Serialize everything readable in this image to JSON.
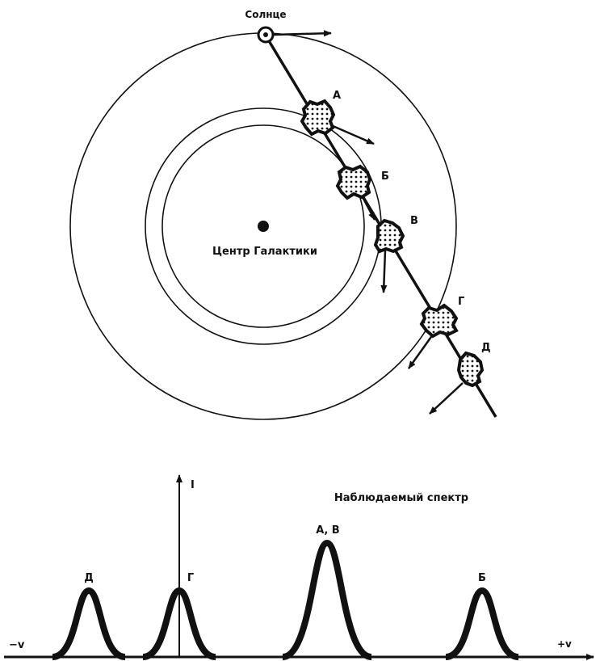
{
  "orbit": {
    "sun_label": "Солнце",
    "center_label": "Центр Галактики",
    "clouds": [
      "А",
      "Б",
      "В",
      "Г",
      "Д"
    ]
  },
  "spectrum": {
    "title": "Наблюдаемый спектр",
    "y_axis_label": "I",
    "x_neg_label": "−v",
    "x_pos_label": "+v",
    "peaks": [
      {
        "label": "Д",
        "relative_height": 0.6
      },
      {
        "label": "Г",
        "relative_height": 0.6
      },
      {
        "label": "А, В",
        "relative_height": 1.0
      },
      {
        "label": "Б",
        "relative_height": 0.6
      }
    ]
  },
  "colors": {
    "ink": "#111111",
    "background": "#ffffff"
  }
}
